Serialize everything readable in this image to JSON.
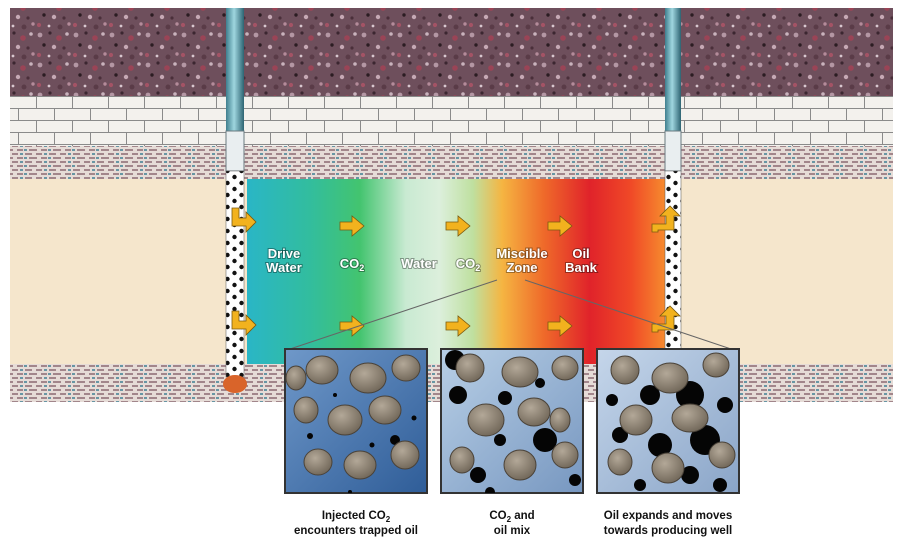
{
  "zones": [
    {
      "id": "drive-water",
      "lines": [
        "Drive",
        "Water"
      ]
    },
    {
      "id": "co2-1",
      "lines": [
        "CO|2"
      ]
    },
    {
      "id": "water",
      "lines": [
        "Water"
      ]
    },
    {
      "id": "co2-2",
      "lines": [
        "CO|2"
      ]
    },
    {
      "id": "miscible-zone",
      "lines": [
        "Miscible",
        "Zone"
      ]
    },
    {
      "id": "oil-bank",
      "lines": [
        "Oil",
        "Bank"
      ]
    }
  ],
  "captions": [
    {
      "id": "injected",
      "line1_pre": "Injected CO",
      "line1_sub": "2",
      "line2": "encounters trapped oil"
    },
    {
      "id": "mix",
      "line1_pre": "CO",
      "line1_sub": "2",
      "line1_post": " and",
      "line2": "oil mix"
    },
    {
      "id": "expands",
      "line1_pre": "Oil expands and moves",
      "line2": "towards producing well"
    }
  ],
  "colors": {
    "drive_water": "#27b8c4",
    "co2": "#3fc07a",
    "water": "#d6eddc",
    "miscible": "#f5a33a",
    "oil_bank": "#e5262a",
    "front": "#f36a2c",
    "arrow": "#f2b21e",
    "sand": "#f5e6cc",
    "rock": "#7d5966"
  }
}
